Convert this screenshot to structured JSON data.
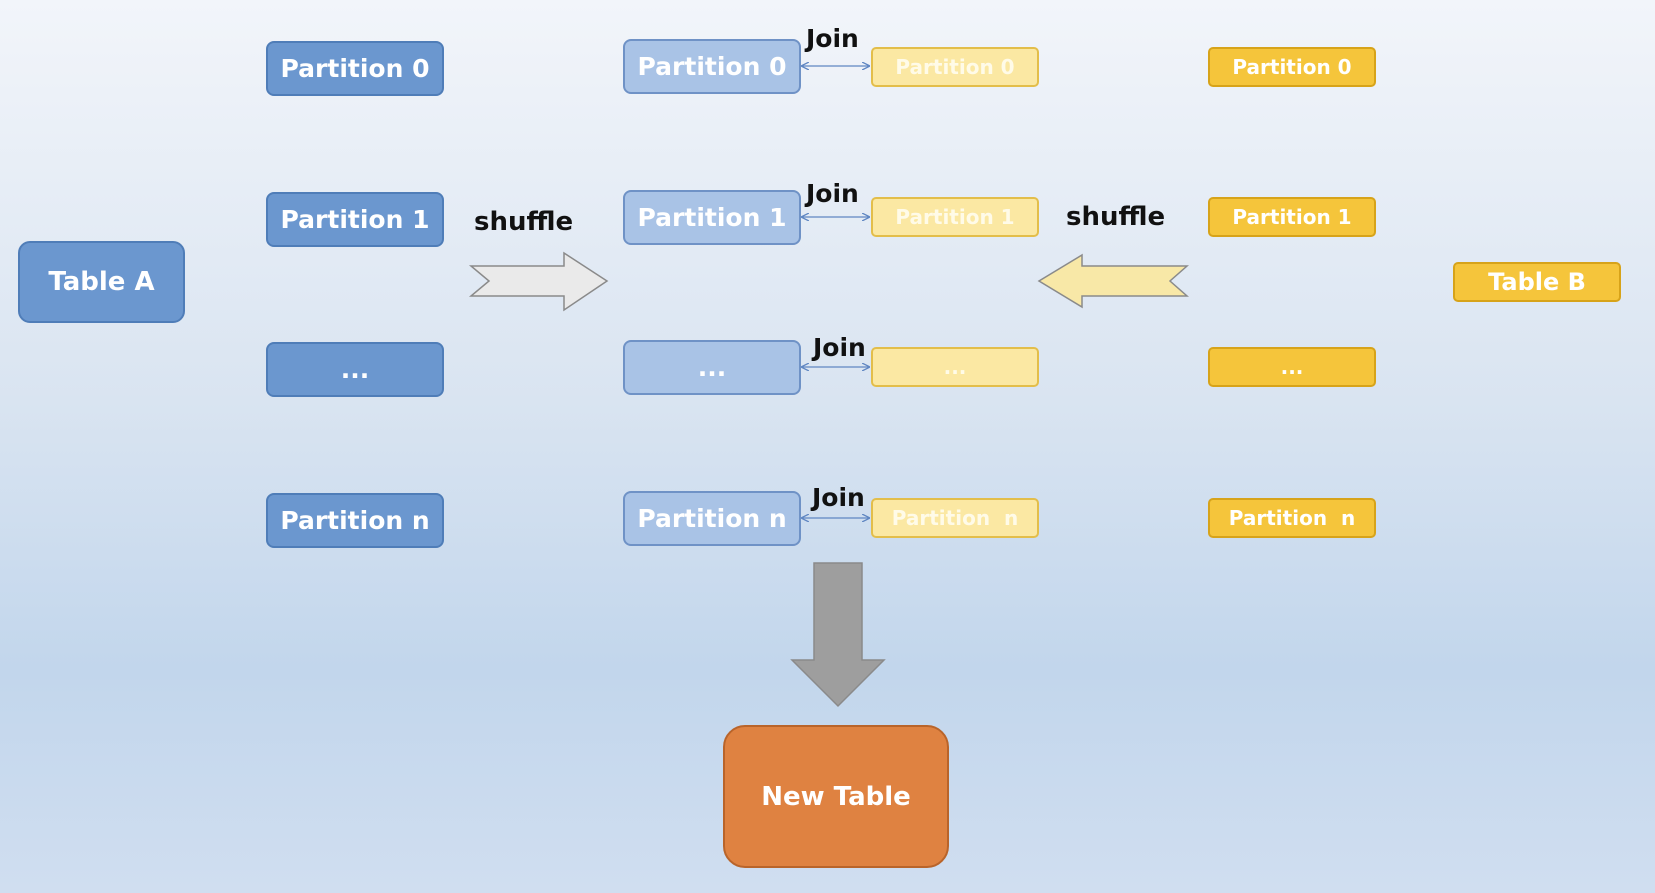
{
  "table_a": {
    "label": "Table A"
  },
  "table_b": {
    "label": "Table B"
  },
  "source_partitions_a": [
    "Partition 0",
    "Partition 1",
    "...",
    "Partition n"
  ],
  "shuffled_partitions_a": [
    "Partition 0",
    "Partition 1",
    "...",
    "Partition n"
  ],
  "shuffled_partitions_b": [
    "Partition 0",
    "Partition 1",
    "...",
    "Partition  n"
  ],
  "source_partitions_b": [
    "Partition 0",
    "Partition 1",
    "...",
    "Partition  n"
  ],
  "join_labels": [
    "Join",
    "Join",
    "Join",
    "Join"
  ],
  "shuffle_labels": {
    "left": "shuffle",
    "right": "shuffle"
  },
  "result": {
    "label": "New Table"
  },
  "colors": {
    "table_a": "#6b97cf",
    "table_a_shuffled": "#a9c3e6",
    "table_b": "#f5c53b",
    "table_b_shuffled": "#fbe8a3",
    "result": "#df8241",
    "down_arrow": "#9e9e9e"
  }
}
